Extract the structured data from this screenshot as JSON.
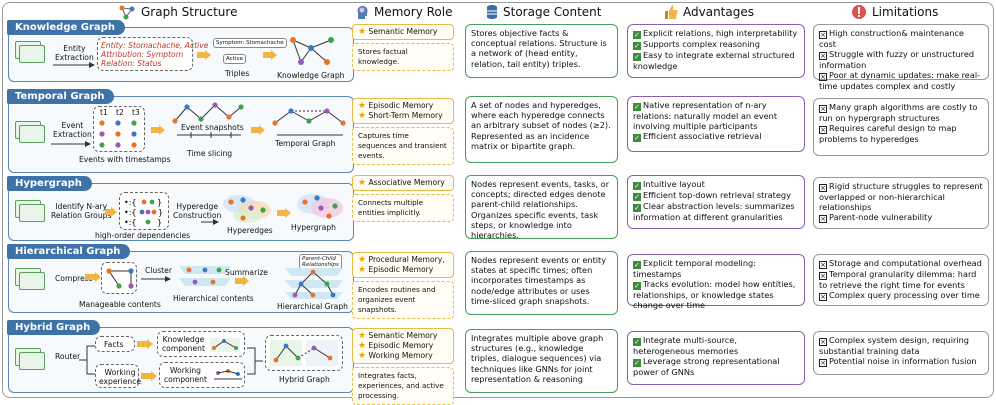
{
  "headers": {
    "structure": "Graph Structure",
    "role": "Memory Role",
    "storage": "Storage Content",
    "advantages": "Advantages",
    "limitations": "Limitations"
  },
  "rows": [
    {
      "name": "Knowledge Graph",
      "labels": {
        "extraction": "Entity\nExtraction",
        "entity": "Entity: Stomachache, Active",
        "attribution": "Attribution: Symptom",
        "relation": "Relation: Status",
        "triple_a": "Symptom: Stomachache",
        "triple_b": "Active",
        "triples": "Triples",
        "result": "Knowledge Graph"
      },
      "roles": [
        "Semantic Memory"
      ],
      "role_desc": "Stores factual knowledge.",
      "storage": "Stores objective facts & conceptual relations. Structure is a network of (head entity, relation, tail entity) triples.",
      "advantages": [
        "Explicit relations, high interpretability",
        "Supports complex reasoning",
        "Easy to integrate external structured knowledge"
      ],
      "limitations": [
        "High construction& maintenance cost",
        "Struggle with fuzzy or unstructured information",
        "Poor at dynamic updates: make real-time updates complex and costly"
      ]
    },
    {
      "name": "Temporal Graph",
      "labels": {
        "extraction": "Event\nExtraction",
        "events": "Events with timestamps",
        "snapshots": "Event snapshots",
        "slicing": "Time slicing",
        "result": "Temporal Graph",
        "t1": "t1",
        "t2": "t2",
        "t3": "t3"
      },
      "roles": [
        "Episodic Memory",
        "Short-Term Memory"
      ],
      "role_desc": "Captures time sequences and transient events.",
      "storage": "A set of nodes and hyperedges, where each hyperedge connects an arbitrary subset of nodes (≥2). Represented as an incidence matrix or bipartite graph.",
      "advantages": [
        "Native representation of n-ary relations: naturally model an event involving multiple participants",
        "Efficient associative retrieval"
      ],
      "limitations": [
        "Many graph algorithms are costly to run on hypergraph structures",
        "Requires careful design to map problems to hyperedges"
      ]
    },
    {
      "name": "Hypergraph",
      "labels": {
        "identify": "Identify N-ary\nRelation Groups",
        "dependencies": "high-order dependencies",
        "construction": "Hyperedge\nConstruction",
        "hyperedges": "Hyperedges",
        "result": "Hypergraph"
      },
      "roles": [
        "Associative Memory"
      ],
      "role_desc": "Connects multiple entities implicitly.",
      "storage": "Nodes represent events, tasks, or concepts; directed edges denote parent-child relationships. Organizes specific events, task steps, or knowledge into hierarchies.",
      "advantages": [
        "Intuitive layout",
        "Efficient top-down retrieval strategy",
        "Clear abstraction levels: summarizes information at different granularities"
      ],
      "limitations": [
        "Rigid structure struggles to represent overlapped or non-hierarchical relationships",
        "Parent-node vulnerability"
      ]
    },
    {
      "name": "Hierarchical Graph",
      "labels": {
        "compress": "Compress",
        "manageable": "Manageable contents",
        "cluster": "Cluster",
        "hier_contents": "Hierarchical contents",
        "summarize": "Summarize",
        "parent_child": "Parent-Child\nRelationships",
        "result": "Hierarchical Graph"
      },
      "roles": [
        "Procedural Memory,",
        "Episodic Memory"
      ],
      "role_desc": "Encodes routines and organizes event snapshots.",
      "storage": "Nodes represent events or entity states at specific times; often incorporates timestamps as node/edge attributes or uses time-sliced graph snapshots.",
      "advantages": [
        "Explicit temporal modeling: timestamps",
        "Tracks evolution: model how entities, relationships, or knowledge states change over time"
      ],
      "limitations": [
        "Storage and computational overhead",
        "Temporal granularity dilemma: hard to retrieve the right time for events",
        "Complex query processing over time"
      ]
    },
    {
      "name": "Hybrid Graph",
      "labels": {
        "router": "Router",
        "facts": "Facts",
        "knowledge_component": "Knowledge\ncomponent",
        "working_experience": "Working\nexperience",
        "working_component": "Working\ncomponent",
        "result": "Hybrid Graph"
      },
      "roles": [
        "Semantic Memory",
        "Episodic Memory",
        "Working Memory"
      ],
      "role_desc": "Integrates facts, experiences, and active processing.",
      "storage": "Integrates multiple above graph structures (e.g., knowledge triples, dialogue sequences) via techniques like GNNs for joint representation & reasoning",
      "advantages": [
        "Integrate multi-source, heterogeneous memories",
        "Leverage strong representational power of GNNs"
      ],
      "limitations": [
        "Complex system design, requiring substantial training data",
        "Potential noise in information fusion"
      ]
    }
  ],
  "colors": {
    "structure_border": "#5b87b6",
    "tag": "#3f73a8",
    "role_border": "#e9b94a",
    "storage_border": "#47a05a",
    "advantage_border": "#8a5fb3",
    "limitation_border": "#999999"
  },
  "icons": {
    "structure": "graph-nodes-icon",
    "role": "head-brain-icon",
    "storage": "database-icon",
    "advantages": "thumbs-up-icon",
    "limitations": "warning-icon",
    "role_item": "star-icon",
    "advantage_item": "check-box-icon",
    "limitation_item": "x-box-icon"
  }
}
